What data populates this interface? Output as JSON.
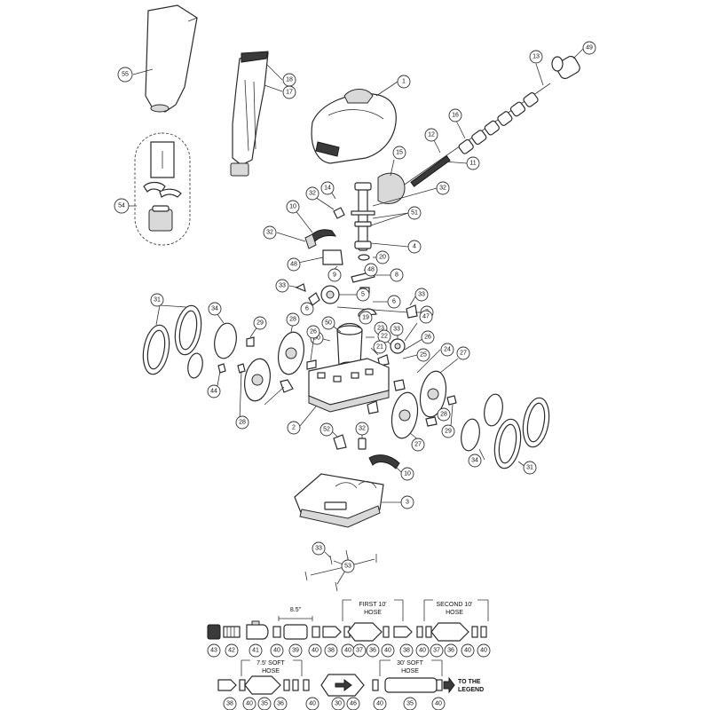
{
  "callouts": {
    "c1": "1",
    "c2": "2",
    "c3": "3",
    "c4": "4",
    "c5": "5",
    "c6a": "6",
    "c6b": "6",
    "c7": "7",
    "c8": "8",
    "c9": "9",
    "c10a": "10",
    "c10b": "10",
    "c11": "11",
    "c12": "12",
    "c13": "13",
    "c14": "14",
    "c15": "15",
    "c16": "16",
    "c17": "17",
    "c18": "18",
    "c19": "19",
    "c20": "20",
    "c21": "21",
    "c22": "22",
    "c23": "23",
    "c24": "24",
    "c25": "25",
    "c26a": "26",
    "c26b": "26",
    "c27a": "27",
    "c27b": "27",
    "c28a": "28",
    "c28b": "28",
    "c28c": "28",
    "c29a": "29",
    "c29b": "29",
    "c31a": "31",
    "c31b": "31",
    "c32a": "32",
    "c32b": "32",
    "c32c": "32",
    "c32d": "32",
    "c33a": "33",
    "c33b": "33",
    "c33c": "33",
    "c33d": "33",
    "c34a": "34",
    "c34b": "34",
    "c44": "44",
    "c47": "47",
    "c48a": "48",
    "c48b": "48",
    "c49": "49",
    "c50a": "50",
    "c50b": "50",
    "c51": "51",
    "c52": "52",
    "c53": "53",
    "c54": "54",
    "c55": "55"
  },
  "hose_row1": {
    "dimension": "8.5\"",
    "first_hose": "FIRST 10'\nHOSE",
    "first_hose_l1": "FIRST 10'",
    "first_hose_l2": "HOSE",
    "second_hose_l1": "SECOND 10'",
    "second_hose_l2": "HOSE",
    "parts": [
      "43",
      "42",
      "41",
      "40",
      "39",
      "40",
      "38",
      "40",
      "37",
      "36",
      "40",
      "38",
      "40",
      "37",
      "36",
      "40",
      "40"
    ]
  },
  "hose_row2": {
    "soft_hose_l1": "7.5' SOFT",
    "soft_hose_l2": "HOSE",
    "soft30_l1": "30' SOFT",
    "soft30_l2": "HOSE",
    "legend": "TO THE LEGEND",
    "legend_l1": "TO THE",
    "legend_l2": "LEGEND",
    "parts": [
      "38",
      "40",
      "35",
      "36",
      "40",
      "30",
      "46",
      "40",
      "35",
      "40"
    ]
  }
}
